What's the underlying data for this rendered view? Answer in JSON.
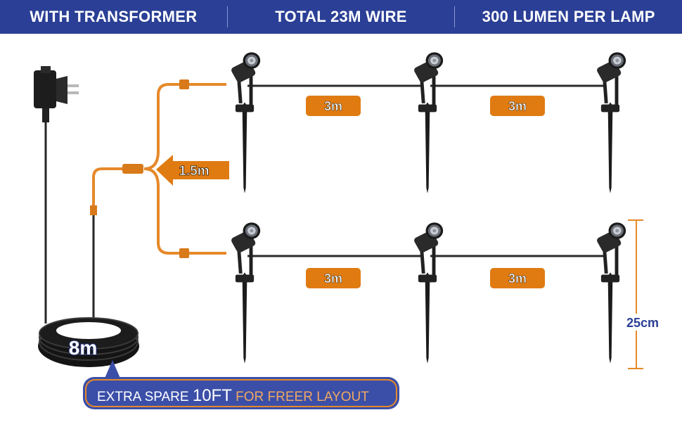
{
  "header": {
    "items": [
      "WITH TRANSFORMER",
      "TOTAL 23M WIRE",
      "300 LUMEN PER LAMP"
    ]
  },
  "diagram": {
    "spacing_labels": [
      "3m",
      "3m",
      "3m",
      "3m"
    ],
    "branch_label": "1.5m",
    "coil_label": "8m",
    "height_label": "25cm",
    "callout": {
      "part1": "EXTRA SPARE ",
      "part2": "10FT",
      "part3": " FOR FREER LAYOUT"
    }
  },
  "colors": {
    "header_bg": "#2a3f95",
    "accent_orange": "#e07b12",
    "wire_orange": "#e6892a",
    "height_text": "#2a3f95",
    "callout_bg": "#3b4fa8"
  }
}
